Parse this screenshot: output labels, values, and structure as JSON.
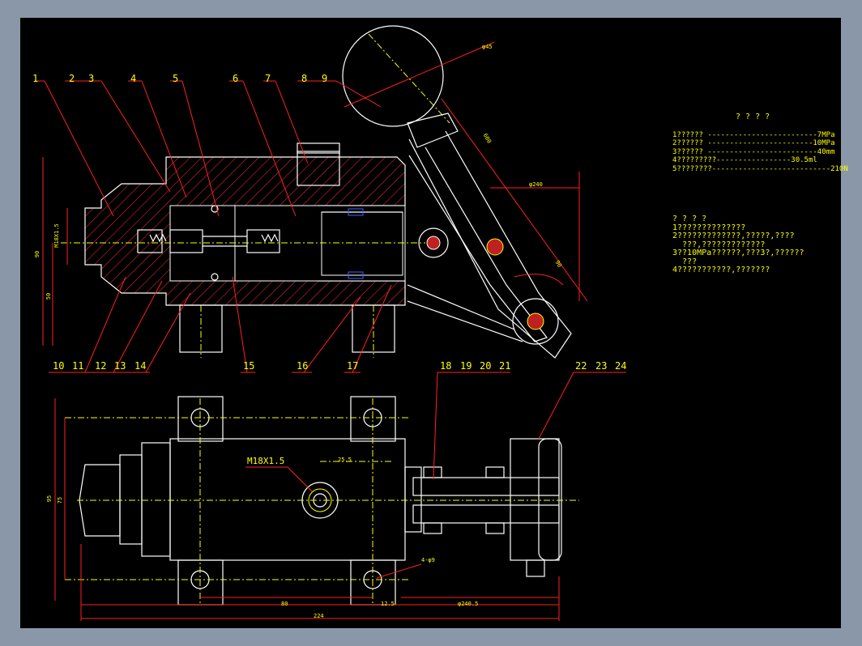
{
  "drawing": {
    "balloons_top": [
      "1",
      "2",
      "3",
      "4",
      "5",
      "6",
      "7",
      "8",
      "9"
    ],
    "balloons_bottom": [
      "10",
      "11",
      "12",
      "13",
      "14",
      "15",
      "16",
      "17"
    ],
    "balloons_view2": [
      "18",
      "19",
      "20",
      "21",
      "22",
      "23",
      "24"
    ],
    "thread_label": "M18X1.5",
    "hole_label": "4-φ9",
    "dims": {
      "d_90": "90",
      "d_50": "50",
      "d_m18": "M18X1.5",
      "d_80": "80",
      "d_12_5": "12.5",
      "d_240_5": "φ240.5",
      "d_224": "224",
      "d_95": "95",
      "d_75": "75",
      "d_25_5": "25.5",
      "d_240": "φ240",
      "d_90b": "90",
      "d_600": "600",
      "d_phi45": "φ45"
    }
  },
  "notes": {
    "spec_title": "? ? ? ?",
    "spec_lines": [
      "1?????? -------------------------7MPa",
      "2?????? ------------------------10MPa",
      "3?????? -------------------------40mm",
      "4?????????-----------------30.5ml",
      "5????????---------------------------210N"
    ],
    "req_title": "? ? ? ?",
    "req_lines": [
      "1??????????????",
      "2?????????????,?????,????",
      "  ???,?????????????",
      "3??10MPa??????,???3?,??????",
      "  ???",
      "4???????????,???????"
    ]
  },
  "colors": {
    "sheet": "#000000",
    "frame": "#8a97a8",
    "annotation": "#ffff00",
    "leader": "#ff2020",
    "outline": "#ffffff"
  }
}
